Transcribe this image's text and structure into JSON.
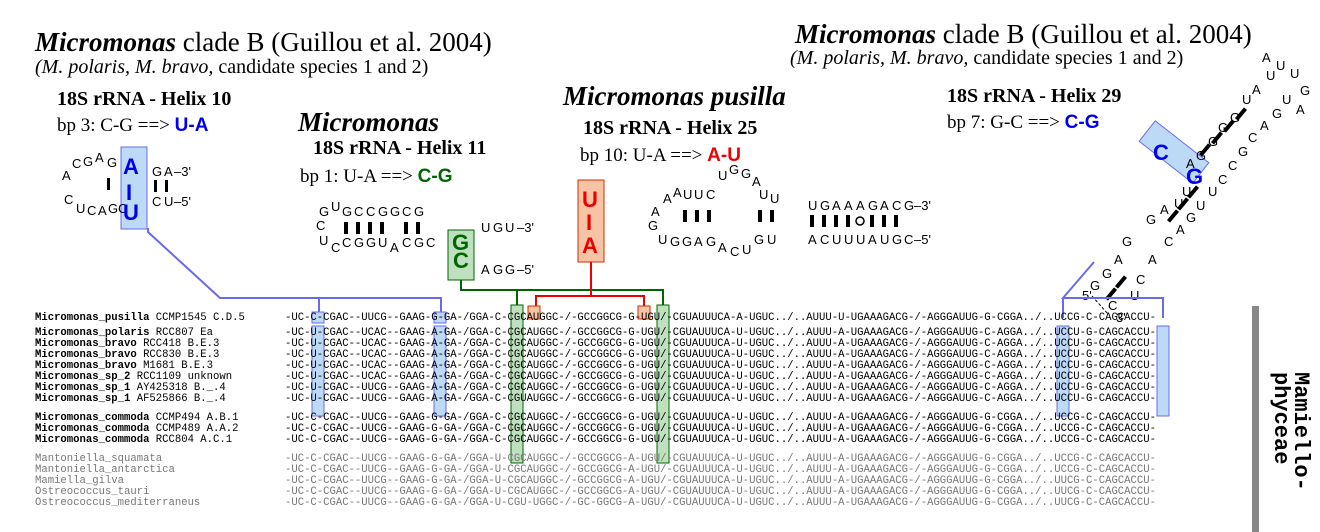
{
  "panel_h10": {
    "heading_genus": "Micromonas",
    "heading_rest": " clade B (Guillou et al. 2004)",
    "species_line_1": "(M. polaris, M. bravo,",
    "species_line_2": " candidate species 1 and 2)",
    "title": "18S rRNA - Helix 10",
    "bp_text": "bp 3: C-G ==> ",
    "bp_change": "U-A"
  },
  "panel_h11": {
    "genus": "Micromonas",
    "title": "18S rRNA - Helix 11",
    "bp_text": "bp 1: U-A ==> ",
    "bp_change": "C-G"
  },
  "panel_h25": {
    "genus": "Micromonas pusilla",
    "title": "18S rRNA - Helix 25",
    "bp_text": "bp 10: U-A ==> ",
    "bp_change": "A-U"
  },
  "panel_h29": {
    "heading_genus": "Micromonas",
    "heading_rest": " clade B (Guillou et al. 2004)",
    "species_line_1": "(M. polaris, M. bravo,",
    "species_line_2": " candidate species 1 and 2)",
    "title": "18S rRNA - Helix 29",
    "bp_text": "bp 7: G-C ==> ",
    "bp_change": "C-G"
  },
  "side_label_1": "Mamiello-",
  "side_label_2": "phyceae",
  "colors": {
    "blue": "#0000ee",
    "green": "#006600",
    "red": "#ee0000",
    "blue_box": "#bcd9f5",
    "green_box": "#bfe0bf",
    "red_box": "#f7c3a5",
    "line_blue": "#6a6aee"
  },
  "sequences": [
    {
      "genus": "Micromonas_pusilla",
      "strain": " CCMP1545 C.D.5",
      "seq": "-UC-C-CGAC--UUCG--GAAG-G-GA-/GGA-C-CGCAUGGC-/-GCCGGCG-G-UGU/-CGUAUUUCA-A-UGUC../..AUUU-U-UGAAAGACG-/-AGGGAUUG-G-CGGA../..UCCG-C-CAGCACCU-"
    },
    {
      "genus": "Micromonas_polaris",
      "strain": " RCC807 Ea",
      "seq": "-UC-U-CGAC--UCAC--GAAG-A-GA-/GGA-C-CGCAUGGC-/-GCCGGCG-G-UGU/-CGUAUUUCA-U-UGUC../..AUUU-A-UGAAAGACG-/-AGGGAUUG-C-AGGA../..UCCU-G-CAGCACCU-"
    },
    {
      "genus": "Micromonas_bravo",
      "strain": " RCC418 B.E.3",
      "seq": "-UC-U-CGAC--UCAC--GAAG-A-GA-/GGA-C-CGCAUGGC-/-GCCGGCG-G-UGU/-CGUAUUUCA-U-UGUC../..AUUU-A-UGAAAGACG-/-AGGGAUUG-C-AGGA../..UCCU-G-CAGCACCU-"
    },
    {
      "genus": "Micromonas_bravo",
      "strain": " RCC830 B.E.3",
      "seq": "-UC-U-CGAC--UCAC--GAAG-A-GA-/GGA-C-CGCAUGGC-/-GCCGGCG-G-UGU/-CGUAUUUCA-U-UGUC../..AUUU-A-UGAAAGACG-/-AGGGAUUG-C-AGGA../..UCCU-G-CAGCACCU-"
    },
    {
      "genus": "Micromonas_bravo",
      "strain": " M1681 B.E.3",
      "seq": "-UC-U-CGAC--UCAC--GAAG-A-GA-/GGA-C-CGCAUGGC-/-GCCGGCG-G-UGU/-CGUAUUUCA-U-UGUC../..AUUU-A-UGAAAGACG-/-AGGGAUUG-C-AGGA../..UCCU-G-CAGCACCU-"
    },
    {
      "genus": "Micromonas_sp_2",
      "strain": " RCC1109 unknown",
      "seq": "-UC-U-CGAC--UCAC--GAAG-A-GA-/GGA-C-CGCAUGGC-/-GCCGGCG-G-UGU/-CGUAUUUCA-U-UGUC../..AUUU-A-UGAAAGACG-/-AGGGAUUG-C-AGGA../..UCCU-G-CAGCACCU-"
    },
    {
      "genus": "Micromonas_sp_1",
      "strain": " AY425318 B._.4",
      "seq": "-UC-U-CGAC--UUCG--GAAG-A-GA-/GGA-C-CGCAUGGC-/-GCCGGCG-G-UGU/-CGUAUUUCA-U-UGUC../..AUUU-A-UGAAAGACG-/-AGGGAUUG-C-AGGA../..UCCU-G-CAGCACCU-"
    },
    {
      "genus": "Micromonas_sp_1",
      "strain": " AF525866 B._.4",
      "seq": "-UC-U-CGAC--UUCG--GAAG-A-GA-/GGA-C-CGUAUGGC-/-GCCGGCG-G-UGU/-CGUAUUUCA-U-UGUC../..AUUU-A-UGAAAGACG-/-AGGGAUUG-C-AGGA../..UCCU-G-CAGCACCU-"
    },
    {
      "genus": "Micromonas_commoda",
      "strain": " CCMP494 A.B.1",
      "seq": "-UC-C-CGAC--UUCG--GAAG-G-GA-/GGA-C-CGCAUGGC-/-GCCGGCG-G-UGU/-CGUAUUUCA-U-UGUC../..AUUU-A-UGAAAGACG-/-AGGGAUUG-G-CGGA../..UCCG-C-CAGCACCU-"
    },
    {
      "genus": "Micromonas_commoda",
      "strain": " CCMP489 A.A.2",
      "seq": "-UC-C-CGAC--UUCG--GAAG-G-GA-/GGA-C-CGCAUGGC-/-GCCGGCG-G-UGU/-CGUAUUUCA-U-UGUC../..AUUU-A-UGAAAGACG-/-AGGGAUUG-G-CGGA../..UCCG-C-CAGCACCU-"
    },
    {
      "genus": "Micromonas_commoda",
      "strain": " RCC804 A.C.1",
      "seq": "-UC-C-CGAC--UUCG--GAAG-G-GA-/GGA-C-CGCAUGGC-/-GCCGGCG-G-UGU/-CGUAUUUCA-U-UGUC../..AUUU-A-UGAAAGACG-/-AGGGAUUG-G-CGGA../..UCCG-C-CAGCACCU-"
    },
    {
      "genus": "Mantoniella_squamata",
      "strain": "",
      "seq": "-UC-C-CGAC--UUCG--GAAG-G-GA-/GGA-U-CGCAUGGC-/-GCCGGCG-A-UGU/-CGUAUUUCA-U-UGUC../..AUUU-A-UGAAAGACG-/-AGGGAUUG-G-CGGA../..UCCG-C-CAGCACCU-"
    },
    {
      "genus": "Mantoniella_antarctica",
      "strain": "",
      "seq": "-UC-C-CGAC--UUCG--GAAG-G-GA-/GGA-U-CGCAUGGC-/-GCCGGCG-A-UGU/-CGUAUUUCA-U-UGUC../..AUUU-A-UGAAAGACG-/-AGGGAUUG-G-CGGA../..UCCG-C-CAGCACCU-"
    },
    {
      "genus": "Mamiella_gilva",
      "strain": "",
      "seq": "-UC-C-CGAC--UUCG--GAAG-G-GA-/GGA-U-CGCAUGGC-/-GCCGGCG-A-UGU/-CGUAUUUCA-U-UGUC../..AUUU-A-UGAAAGACG-/-AGGGAUUG-G-CGGA../..UUCG-C-CAGCACCU-"
    },
    {
      "genus": "Ostreococcus_tauri",
      "strain": "",
      "seq": "-UC-C-CGAC--UUCG--GAAG-G-GA-/GGA-U-CGCAUGGC-/-GCCGGCG-A-UGU/-CGUAUUUCA-U-UGUC../..AUUU-A-UGAAAGACG-/-AGGGAUUG-G-CGGA../..UUCG-C-CAGCACCU-"
    },
    {
      "genus": "Ostreococcus_mediterraneus",
      "strain": "",
      "seq": "-UC-C-CGAC--UUCG--GAAG-G-GA-/GGA-U-CGU-UGGC-/-GC-GGCG-A-UGU/-CGUAUUUCA-U-UGUC../..AUUU-A-UGAAAGACG-/-AGGGAUUG-G-CGGA../..UUCG-C-CAGCACCU-"
    }
  ]
}
